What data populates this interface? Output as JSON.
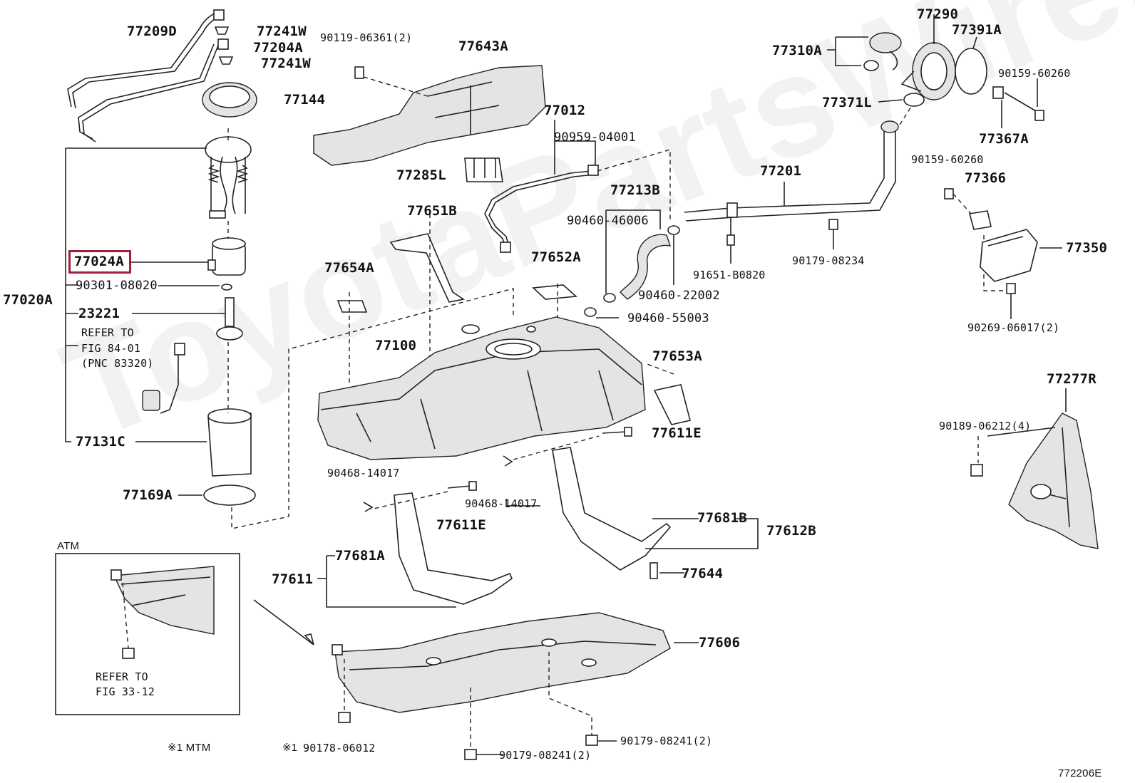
{
  "diagram_id": "772206E",
  "watermark": "ToyotaPartsWire.ru",
  "inset": {
    "title": "ATM",
    "refer": "REFER TO",
    "fig": "FIG 33-12"
  },
  "notes": {
    "mtm": "※1 MTM",
    "n1_prefix": "※1"
  },
  "labels": {
    "l77209D": "77209D",
    "l77241W_a": "77241W",
    "l77204A": "77204A",
    "l77241W_b": "77241W",
    "l77144": "77144",
    "l77020A": "77020A",
    "l77024A": "77024A",
    "l90301": "90301-08020",
    "l23221": "23221",
    "refer1": "REFER TO",
    "fig1": "FIG 84-01",
    "pnc1": "(PNC 83320)",
    "l77131C": "77131C",
    "l77169A": "77169A",
    "l90119": "90119-06361(2)",
    "l77643A": "77643A",
    "l77285L": "77285L",
    "l77012": "77012",
    "l90959": "90959-04001",
    "l77651B": "77651B",
    "l77654A": "77654A",
    "l77652A": "77652A",
    "l77213B": "77213B",
    "l90460_46006": "90460-46006",
    "l90460_22002": "90460-22002",
    "l90460_55003": "90460-55003",
    "l77100": "77100",
    "l77653A": "77653A",
    "l77611E_a": "77611E",
    "l90468_a": "90468-14017",
    "l90468_b": "90468-14017",
    "l77611E_b": "77611E",
    "l77681A": "77681A",
    "l77611": "77611",
    "l77681B": "77681B",
    "l77612B": "77612B",
    "l77644": "77644",
    "l77606": "77606",
    "l90178": "90178-06012",
    "l90179_a": "90179-08241(2)",
    "l90179_b": "90179-08241(2)",
    "l77310A": "77310A",
    "l77290": "77290",
    "l77391A": "77391A",
    "l90159_a": "90159-60260",
    "l77371L": "77371L",
    "l77367A": "77367A",
    "l77201": "77201",
    "l90159_b": "90159-60260",
    "l77366": "77366",
    "l91651": "91651-B0820",
    "l90179_08234": "90179-08234",
    "l77350": "77350",
    "l90269": "90269-06017(2)",
    "l77277R": "77277R",
    "l90189": "90189-06212(4)"
  }
}
